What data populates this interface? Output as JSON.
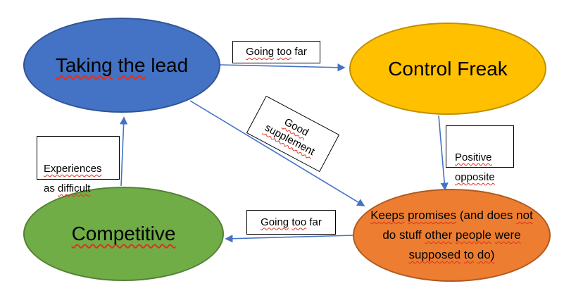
{
  "diagram": {
    "background": "#FFFFFF",
    "colors": {
      "node_blue_fill": "#4472C4",
      "node_blue_border": "#2F5597",
      "node_yellow_fill": "#FFC000",
      "node_yellow_border": "#BF9000",
      "node_green_fill": "#70AD47",
      "node_green_border": "#538135",
      "node_orange_fill": "#ED7D31",
      "node_orange_border": "#AE5A21",
      "connector": "#4472C4",
      "label_box_border": "#000000",
      "spellcheck_underline": "#E0301E",
      "text": "#000000"
    },
    "nodes": {
      "taking_the_lead": {
        "label": "Taking the lead",
        "segments": [
          {
            "text": "Taking",
            "sq": true
          },
          {
            "text": " ",
            "sq": false
          },
          {
            "text": "the",
            "sq": true
          },
          {
            "text": " lead",
            "sq": false
          }
        ]
      },
      "control_freak": {
        "label": "Control Freak",
        "segments": [
          {
            "text": "Control Freak",
            "sq": false
          }
        ]
      },
      "competitive": {
        "label": "Competitive",
        "segments": [
          {
            "text": "Competitive",
            "sq": true
          }
        ]
      },
      "keeps_promises": {
        "label": "Keeps promises (and does not do stuff other people were supposed to do)",
        "segments": [
          {
            "text": "Keeps",
            "sq": true
          },
          {
            "text": " ",
            "sq": false
          },
          {
            "text": "promises",
            "sq": true
          },
          {
            "text": " (and does ",
            "sq": false
          },
          {
            "text": "not",
            "sq": true
          },
          {
            "text": "\n",
            "sq": false
          },
          {
            "text": "do stuff ",
            "sq": false
          },
          {
            "text": "other",
            "sq": true
          },
          {
            "text": " ",
            "sq": false
          },
          {
            "text": "people",
            "sq": true
          },
          {
            "text": " ",
            "sq": false
          },
          {
            "text": "were",
            "sq": true
          },
          {
            "text": "\n",
            "sq": false
          },
          {
            "text": "supposed",
            "sq": true
          },
          {
            "text": " ",
            "sq": false
          },
          {
            "text": "to",
            "sq": true
          },
          {
            "text": " ",
            "sq": false
          },
          {
            "text": "do)",
            "sq": true
          }
        ]
      }
    },
    "edge_labels": {
      "going_too_far_top": {
        "label": "Going too far",
        "segments": [
          {
            "text": "Going",
            "sq": true
          },
          {
            "text": " ",
            "sq": false
          },
          {
            "text": "too",
            "sq": true
          },
          {
            "text": " far",
            "sq": false
          }
        ]
      },
      "good_supplement": {
        "label": "Good supplement",
        "segments": [
          {
            "text": "Good",
            "sq": true
          },
          {
            "text": "\n",
            "sq": false
          },
          {
            "text": "supplement",
            "sq": true
          }
        ]
      },
      "positive_opposite": {
        "label": "Positive opposite",
        "segments": [
          {
            "text": "Positive",
            "sq": true
          },
          {
            "text": "\n",
            "sq": false
          },
          {
            "text": "opposite",
            "sq": true
          }
        ]
      },
      "experiences_as_difficult": {
        "label": "Experiences as difficult",
        "segments": [
          {
            "text": "Experiences",
            "sq": true
          },
          {
            "text": "\n",
            "sq": false
          },
          {
            "text": "as ",
            "sq": false
          },
          {
            "text": "difficult",
            "sq": true
          }
        ]
      },
      "going_too_far_bottom": {
        "label": "Going too far",
        "segments": [
          {
            "text": "Going",
            "sq": true
          },
          {
            "text": " ",
            "sq": false
          },
          {
            "text": "too",
            "sq": true
          },
          {
            "text": " far",
            "sq": false
          }
        ]
      }
    },
    "edges": [
      {
        "from": "Taking the lead",
        "to": "Control Freak",
        "label": "Going too far"
      },
      {
        "from": "Control Freak",
        "to": "Keeps promises (and does not do stuff other people were supposed to do)",
        "label": "Positive opposite"
      },
      {
        "from": "Keeps promises (and does not do stuff other people were supposed to do)",
        "to": "Competitive",
        "label": "Going too far"
      },
      {
        "from": "Competitive",
        "to": "Taking the lead",
        "label": "Experiences as difficult"
      },
      {
        "from": "Taking the lead",
        "to": "Keeps promises (and does not do stuff other people were supposed to do)",
        "label": "Good supplement"
      }
    ]
  }
}
